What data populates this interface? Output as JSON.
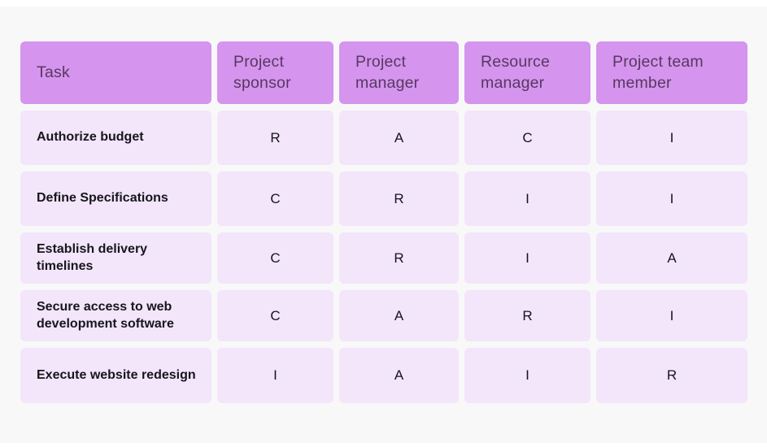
{
  "colors": {
    "page_background": "#f8f8f9",
    "frame": "#ffffff",
    "header_bg": "#d594ee",
    "header_text": "#57395f",
    "cell_bg": "#f3e5fa",
    "cell_text": "#15151b"
  },
  "chart_data": {
    "type": "table",
    "columns": [
      "Task",
      "Project sponsor",
      "Project manager",
      "Resource manager",
      "Project team member"
    ],
    "rows": [
      {
        "task": "Authorize budget",
        "values": [
          "R",
          "A",
          "C",
          "I"
        ]
      },
      {
        "task": "Define Specifications",
        "values": [
          "C",
          "R",
          "I",
          "I"
        ]
      },
      {
        "task": "Establish delivery timelines",
        "values": [
          "C",
          "R",
          "I",
          "A"
        ]
      },
      {
        "task": "Secure access to web development software",
        "values": [
          "C",
          "A",
          "R",
          "I"
        ]
      },
      {
        "task": "Execute website redesign",
        "values": [
          "I",
          "A",
          "I",
          "R"
        ]
      }
    ]
  }
}
